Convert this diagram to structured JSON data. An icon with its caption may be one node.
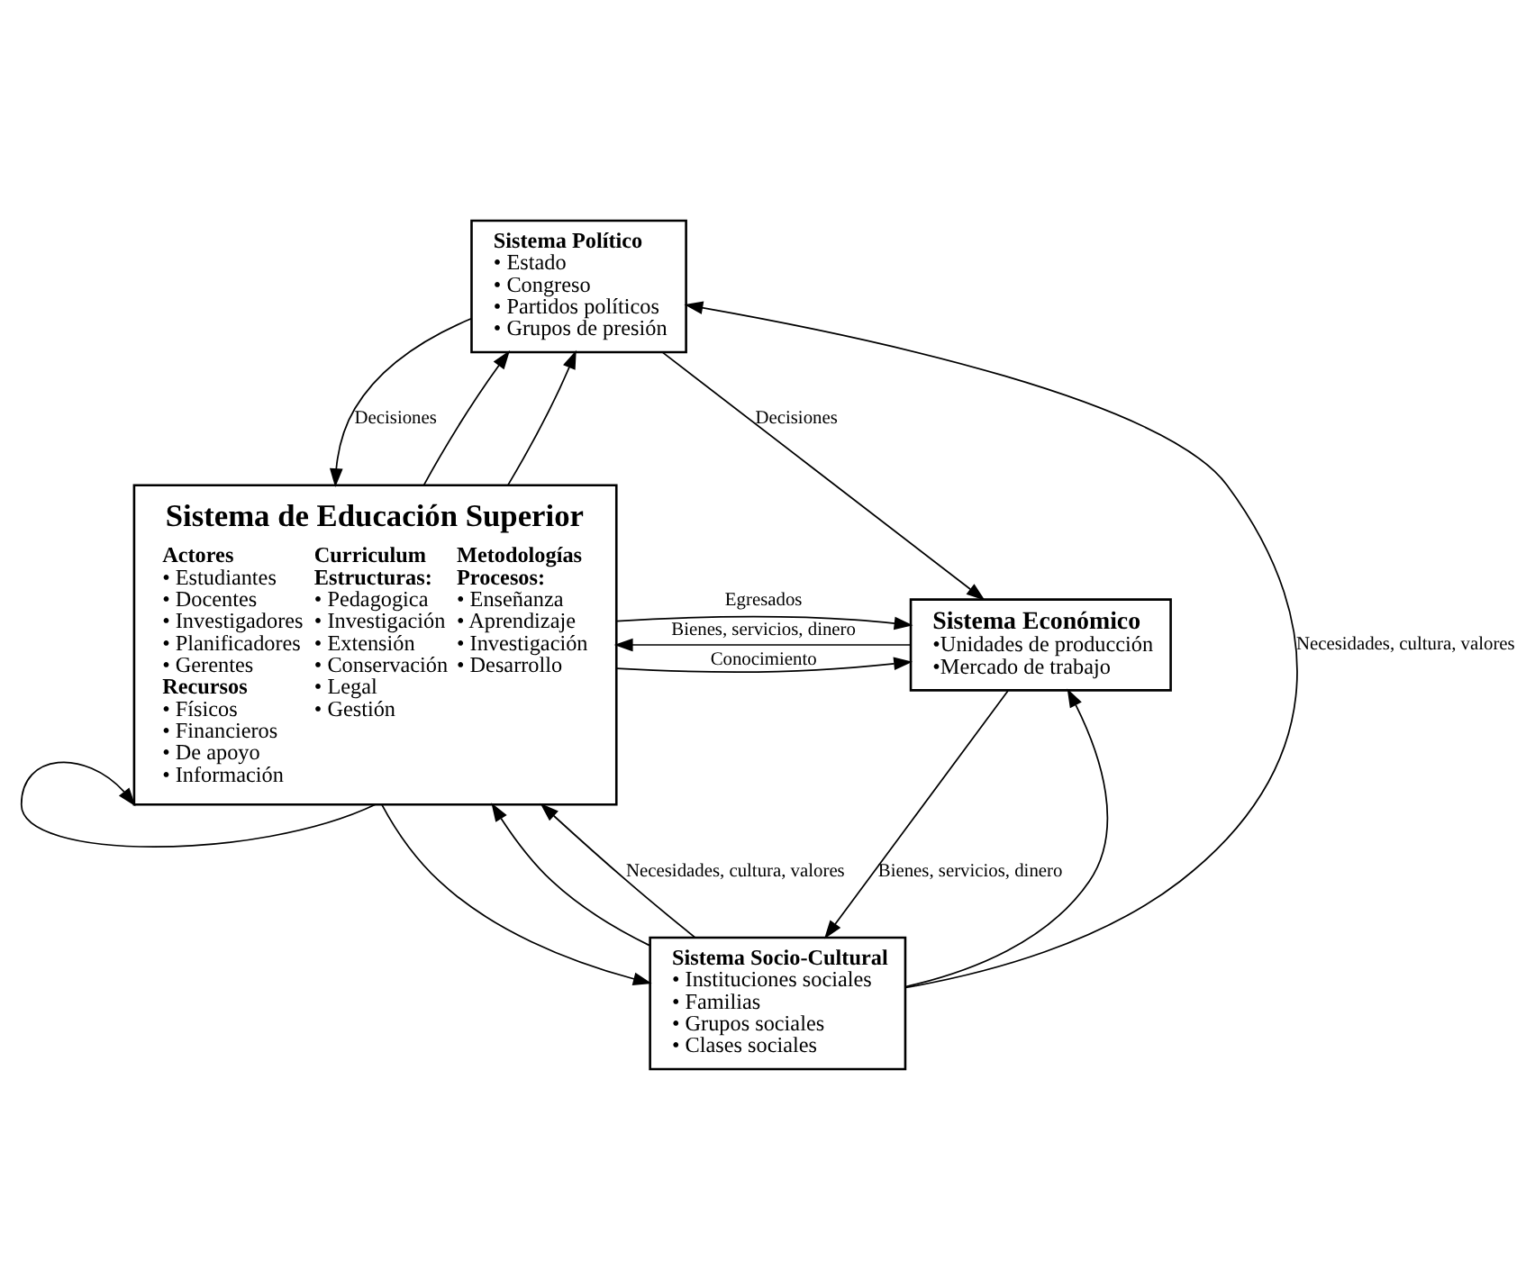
{
  "diagram": {
    "nodes": [
      {
        "text": [
          "Sistema de Educación Superior",
          "Actores",
          "• Estudiantes",
          "• Docentes",
          "• Investigadores",
          "• Planificadores",
          "• Gerentes",
          "Recursos",
          "• Físicos",
          "• Financieros",
          "• De apoyo",
          "• Información",
          "Curriculum",
          "Estructuras:",
          "• Pedagogica",
          "• Investigación",
          "• Extensión",
          "• Conservación",
          "• Legal",
          "• Gestión",
          "Metodologías",
          "Procesos:",
          "• Enseñanza",
          "• Aprendizaje",
          "• Investigación",
          "• Desarrollo"
        ]
      },
      {
        "text": [
          "Sistema Político",
          "• Estado",
          "• Congreso",
          "• Partidos políticos",
          "• Grupos de presión"
        ]
      },
      {
        "text": [
          "Sistema Económico",
          "•Unidades de producción",
          "•Mercado de trabajo"
        ]
      },
      {
        "text": [
          "Sistema Socio-Cultural",
          "• Instituciones sociales",
          "• Familias",
          "• Grupos sociales",
          "• Clases sociales"
        ]
      }
    ],
    "edges": [
      {
        "from": 1,
        "to": 0,
        "arrow": "to",
        "label": "Decisiones"
      },
      {
        "from": 0,
        "to": 1,
        "arrow": "to"
      },
      {
        "from": 0,
        "to": 1,
        "arrow": "to"
      },
      {
        "from": 1,
        "to": 2,
        "arrow": "to",
        "label": "Decisiones"
      },
      {
        "from": 0,
        "to": 2,
        "arrow": "to",
        "label": "Egresados"
      },
      {
        "from": 0,
        "to": 2,
        "arrow": "to",
        "label": "Conocimiento"
      },
      {
        "from": 0,
        "to": 0,
        "arrow": "to"
      },
      {
        "from": 0,
        "to": 3,
        "arrow": "to"
      },
      {
        "from": 2,
        "to": 0,
        "arrow": "to",
        "label": "Bienes, servicios, dinero"
      },
      {
        "from": 2,
        "to": 3,
        "arrow": "to",
        "label": "Bienes, servicios, dinero"
      },
      {
        "from": 3,
        "to": 0,
        "arrow": "to",
        "label": "Necesidades, cultura, valores"
      },
      {
        "from": 3,
        "to": 0,
        "arrow": "to"
      },
      {
        "from": 3,
        "to": 1,
        "arrow": "to",
        "label": "Necesidades, cultura, valores"
      },
      {
        "from": 3,
        "to": 2,
        "arrow": "to"
      }
    ]
  }
}
